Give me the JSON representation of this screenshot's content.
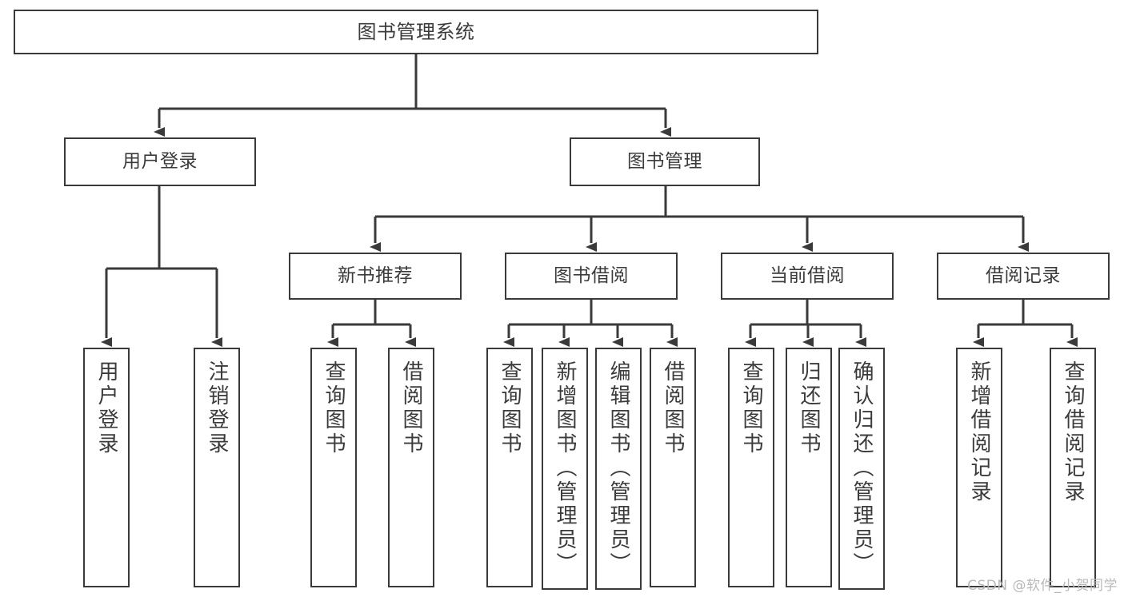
{
  "diagram": {
    "title": "图书管理系统",
    "type": "hierarchy-tree",
    "colors": {
      "box_border": "#3a3a3a",
      "box_fill": "#ffffff",
      "text": "#3b3b3b",
      "edge": "#3a3a3a",
      "watermark": "#b9b9b9",
      "background": "#ffffff"
    }
  },
  "watermark": {
    "text": "CSDN @软件_小贺同学"
  },
  "nodes": {
    "root": {
      "label": "图书管理系统"
    },
    "level2": [
      {
        "id": "user-login",
        "label": "用户登录"
      },
      {
        "id": "book-manage",
        "label": "图书管理"
      }
    ],
    "level3": [
      {
        "id": "new-book-recommend",
        "label": "新书推荐"
      },
      {
        "id": "book-borrow",
        "label": "图书借阅"
      },
      {
        "id": "current-borrow",
        "label": "当前借阅"
      },
      {
        "id": "borrow-record",
        "label": "借阅记录"
      }
    ],
    "leaves": [
      {
        "id": "leaf-user-login",
        "label": "用户登录",
        "parent": "user-login"
      },
      {
        "id": "leaf-logout-login",
        "label": "注销登录",
        "parent": "user-login"
      },
      {
        "id": "leaf-query-book-1",
        "label": "查询图书",
        "parent": "new-book-recommend"
      },
      {
        "id": "leaf-borrow-book-1",
        "label": "借阅图书",
        "parent": "new-book-recommend"
      },
      {
        "id": "leaf-query-book-2",
        "label": "查询图书",
        "parent": "book-borrow"
      },
      {
        "id": "leaf-add-book",
        "label": "新增图书（管理员）",
        "parent": "book-borrow"
      },
      {
        "id": "leaf-edit-book",
        "label": "编辑图书（管理员）",
        "parent": "book-borrow"
      },
      {
        "id": "leaf-borrow-book-2",
        "label": "借阅图书",
        "parent": "book-borrow"
      },
      {
        "id": "leaf-query-book-3",
        "label": "查询图书",
        "parent": "current-borrow"
      },
      {
        "id": "leaf-return-book",
        "label": "归还图书",
        "parent": "current-borrow"
      },
      {
        "id": "leaf-confirm-return",
        "label": "确认归还（管理员）",
        "parent": "current-borrow"
      },
      {
        "id": "leaf-add-record",
        "label": "新增借阅记录",
        "parent": "borrow-record"
      },
      {
        "id": "leaf-query-record",
        "label": "查询借阅记录",
        "parent": "borrow-record"
      }
    ]
  }
}
